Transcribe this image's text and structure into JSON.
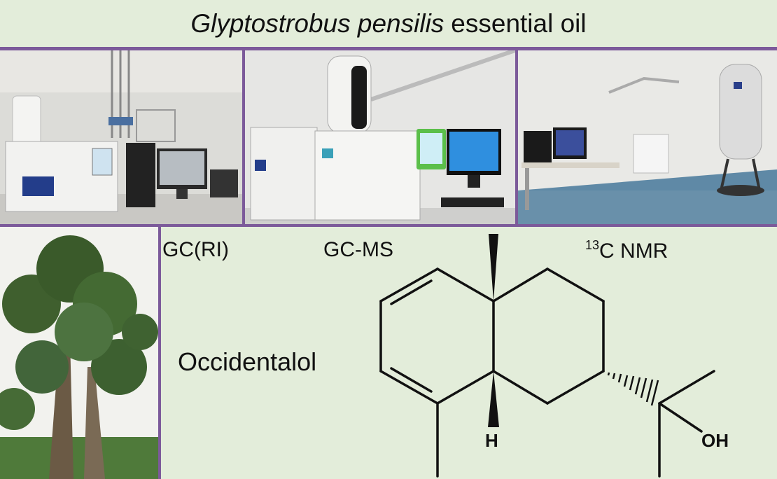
{
  "header": {
    "title_italic": "Glyptostrobus pensilis",
    "title_rest": "essential oil"
  },
  "photos": {
    "lab_gc_instrument": "gc-instrument-photo",
    "lab_gcms_instrument": "gcms-instrument-photo",
    "lab_nmr_room": "nmr-spectrometer-photo",
    "tree": "glyptostrobus-tree-photo"
  },
  "techniques": {
    "gc_ri": "GC(RI)",
    "gc_ms": "GC-MS",
    "nmr_superscript": "13",
    "nmr_rest": "C NMR"
  },
  "compound": {
    "name": "Occidentalol",
    "atom_h": "H",
    "atom_oh": "OH"
  },
  "colors": {
    "background": "#e3edda",
    "border": "#7c5a9a"
  }
}
